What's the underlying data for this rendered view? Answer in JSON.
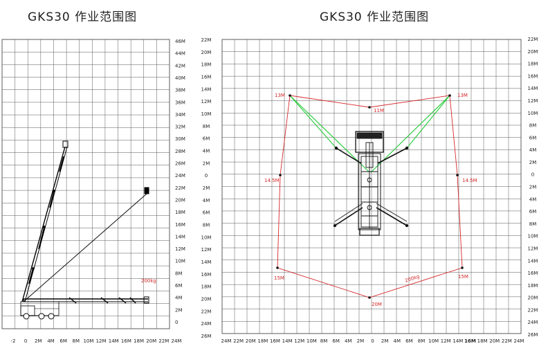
{
  "left": {
    "title": "GKS30 作业范围图",
    "y_labels": [
      "46M",
      "44M",
      "42M",
      "40M",
      "38M",
      "36M",
      "34M",
      "32M",
      "30M",
      "28M",
      "26M",
      "24M",
      "22M",
      "20M",
      "18M",
      "16M",
      "14M",
      "12M",
      "10M",
      "8M",
      "6M",
      "4M",
      "2M",
      "0"
    ],
    "x_labels": [
      "-2",
      "0",
      "2M",
      "4M",
      "6M",
      "8M",
      "10M",
      "12M",
      "14M",
      "16M",
      "18M",
      "20M",
      "22M",
      "24M"
    ],
    "mid_labels": [
      "22M",
      "20M",
      "18M",
      "16M",
      "14M",
      "12M",
      "10M",
      "8M",
      "6M",
      "4M",
      "2M",
      "0",
      "2M",
      "4M",
      "6M",
      "8M",
      "10M",
      "12M",
      "14M",
      "16M",
      "18M",
      "20M",
      "22M",
      "24M",
      "26M"
    ],
    "annotation": "200kg",
    "colors": {
      "grid": "#333333",
      "boom": "#000000",
      "annotation": "#d62728"
    }
  },
  "right": {
    "title": "GKS30 作业范围图",
    "y_labels": [
      "22M",
      "20M",
      "18M",
      "16M",
      "14M",
      "12M",
      "10M",
      "8M",
      "6M",
      "4M",
      "2M",
      "0",
      "2M",
      "4M",
      "6M",
      "8M",
      "10M",
      "12M",
      "14M",
      "16M",
      "18M",
      "20M",
      "22M",
      "24M",
      "26M"
    ],
    "x_labels": [
      "24M",
      "22M",
      "20M",
      "18M",
      "16M",
      "14M",
      "12M",
      "10M",
      "8M",
      "6M",
      "4M",
      "2M",
      "0",
      "2M",
      "4M",
      "6M",
      "8M",
      "10M",
      "12M",
      "14M",
      "16M",
      "18M",
      "20M",
      "22M",
      "24M"
    ],
    "points": [
      {
        "label": "13M"
      },
      {
        "label": "11M"
      },
      {
        "label": "13M"
      },
      {
        "label": "14.5M"
      },
      {
        "label": "14.5M"
      },
      {
        "label": "15M"
      },
      {
        "label": "15M"
      },
      {
        "label": "20M"
      }
    ],
    "annotation": "200kg",
    "colors": {
      "envelope": "#d62728",
      "arm": "#2ecc40",
      "grid": "#333333"
    }
  }
}
